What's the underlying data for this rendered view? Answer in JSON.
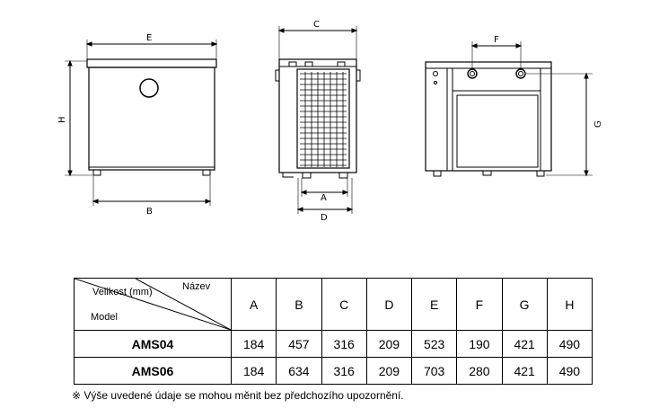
{
  "dimension_labels": {
    "a": "A",
    "b": "B",
    "c": "C",
    "d": "D",
    "e": "E",
    "f": "F",
    "g": "G",
    "h": "H"
  },
  "table": {
    "corner": {
      "velikost": "Velikost (mm)",
      "nazev": "Název",
      "model": "Model"
    },
    "columns": [
      "A",
      "B",
      "C",
      "D",
      "E",
      "F",
      "G",
      "H"
    ],
    "rows": [
      {
        "model": "AMS04",
        "values": [
          "184",
          "457",
          "316",
          "209",
          "523",
          "190",
          "421",
          "490"
        ]
      },
      {
        "model": "AMS06",
        "values": [
          "184",
          "634",
          "316",
          "209",
          "703",
          "280",
          "421",
          "490"
        ]
      }
    ]
  },
  "footnote": "※ Výše uvedené údaje se mohou měnit bez předchozího upozornění."
}
